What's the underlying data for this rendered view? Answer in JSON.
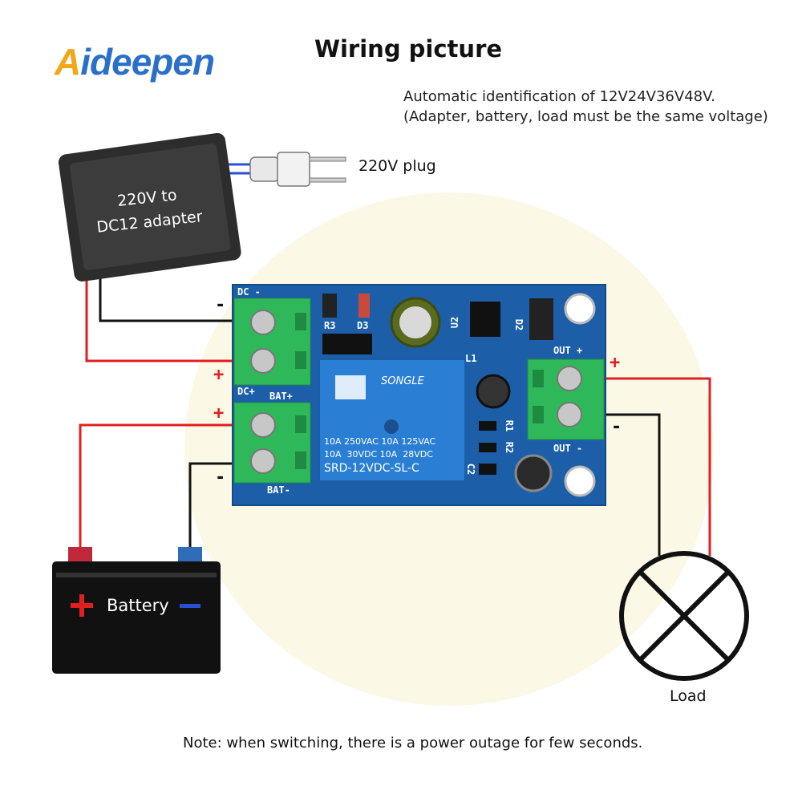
{
  "brand": {
    "logo_first": "A",
    "logo_rest": "ideepen"
  },
  "header": {
    "title": "Wiring picture",
    "subtitle_line1": "Automatic identification of 12V24V36V48V.",
    "subtitle_line2": "(Adapter, battery, load must be the same voltage)"
  },
  "adapter": {
    "label_line1": "220V to",
    "label_line2": "DC12 adapter"
  },
  "plug": {
    "label": "220V plug"
  },
  "board": {
    "dc_minus": "DC -",
    "dc_plus": "DC+",
    "bat_plus": "BAT+",
    "bat_minus": "BAT-",
    "out_plus": "OUT +",
    "out_minus": "OUT -",
    "r3": "R3",
    "d3": "D3",
    "u2": "U2",
    "d2": "D2",
    "l1": "L1",
    "r1": "R1",
    "r2": "R2",
    "c2": "C2",
    "relay_brand": "SONGLE",
    "relay_line1": "10A 250VAC 10A 125VAC",
    "relay_line2": "10A  30VDC 10A  28VDC",
    "relay_model": "SRD-12VDC-SL-C"
  },
  "signs": {
    "minus": "-",
    "plus": "+"
  },
  "battery": {
    "label": "Battery"
  },
  "load": {
    "label": "Load"
  },
  "footer": {
    "note": "Note: when switching, there is a power outage for few seconds."
  },
  "colors": {
    "pcb": "#1c5fa8",
    "terminal": "#2fb85a",
    "wire_red": "#e02020",
    "wire_black": "#111111"
  }
}
